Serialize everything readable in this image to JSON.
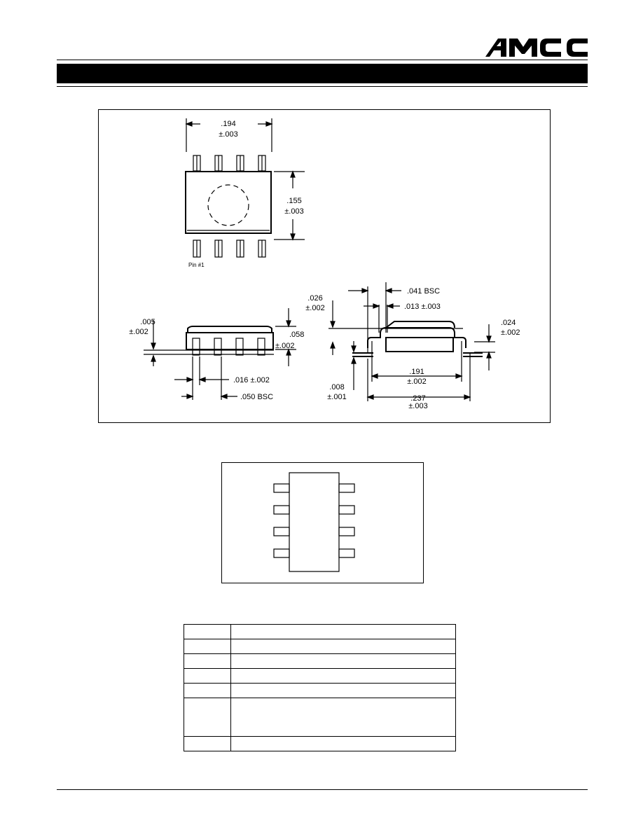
{
  "header": {
    "logo_text": "AMCC"
  },
  "package_drawing": {
    "top_view": {
      "width": ".194",
      "width_tol": "±.003",
      "height": ".155",
      "height_tol": "±.003",
      "pin1_label": "Pin #1"
    },
    "side_view": {
      "standoff": ".005",
      "standoff_tol": "±.002",
      "body_height": ".058",
      "body_height_tol": "±.002",
      "lead_width": ".016  ±.002",
      "pitch": ".050  BSC"
    },
    "end_view": {
      "lead_thickness": ".026",
      "lead_thickness_tol": "±.002",
      "bsc": ".041   BSC",
      "bend": ".013 ±.003",
      "foot": ".024",
      "foot_tol": "±.002",
      "body_width": ".191",
      "body_width_tol": "±.002",
      "clearance": ".008",
      "clearance_tol": "±.001",
      "span": ".237",
      "span_tol": "±.003"
    }
  },
  "pin_table": {
    "rows": [
      {
        "pin": "",
        "description": ""
      },
      {
        "pin": "",
        "description": ""
      },
      {
        "pin": "",
        "description": ""
      },
      {
        "pin": "",
        "description": ""
      },
      {
        "pin": "",
        "description": ""
      },
      {
        "pin": "",
        "description": ""
      },
      {
        "pin": "",
        "description": ""
      },
      {
        "pin": "",
        "description": ""
      }
    ]
  }
}
